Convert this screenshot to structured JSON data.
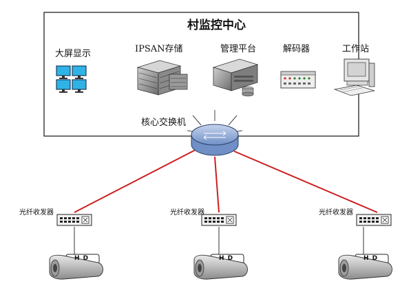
{
  "center": {
    "title": "村监控中心",
    "devices": [
      {
        "id": "screen",
        "label": "大屏显示",
        "icon": "monitor-wall-icon"
      },
      {
        "id": "ipsan",
        "label": "IPSAN存储",
        "icon": "storage-server-icon"
      },
      {
        "id": "platform",
        "label": "管理平台",
        "icon": "server-icon"
      },
      {
        "id": "decoder",
        "label": "解码器",
        "icon": "decoder-icon"
      },
      {
        "id": "workstation",
        "label": "工作站",
        "icon": "computer-icon"
      }
    ],
    "core_switch": "核心交换机"
  },
  "branches": [
    {
      "transceiver": "光纤收发器",
      "camera_text": "H D"
    },
    {
      "transceiver": "光纤收发器",
      "camera_text": "H D"
    },
    {
      "transceiver": "光纤收发器",
      "camera_text": "H D"
    }
  ],
  "colors": {
    "fiber_link": "#cc1f1f",
    "copper_link": "#555555",
    "frame": "#222222",
    "monitor_screen": "#2fb3e6",
    "switch_body": "#8fa9d6"
  }
}
